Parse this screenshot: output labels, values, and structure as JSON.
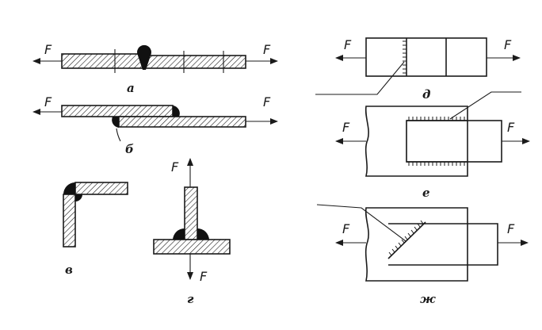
{
  "labels": {
    "a": "а",
    "b": "б",
    "v": "в",
    "g": "г",
    "d": "д",
    "e": "е",
    "zh": "ж"
  },
  "force": "F",
  "colors": {
    "ink": "#1b1b1b",
    "weld": "#111111",
    "background": "#ffffff"
  }
}
